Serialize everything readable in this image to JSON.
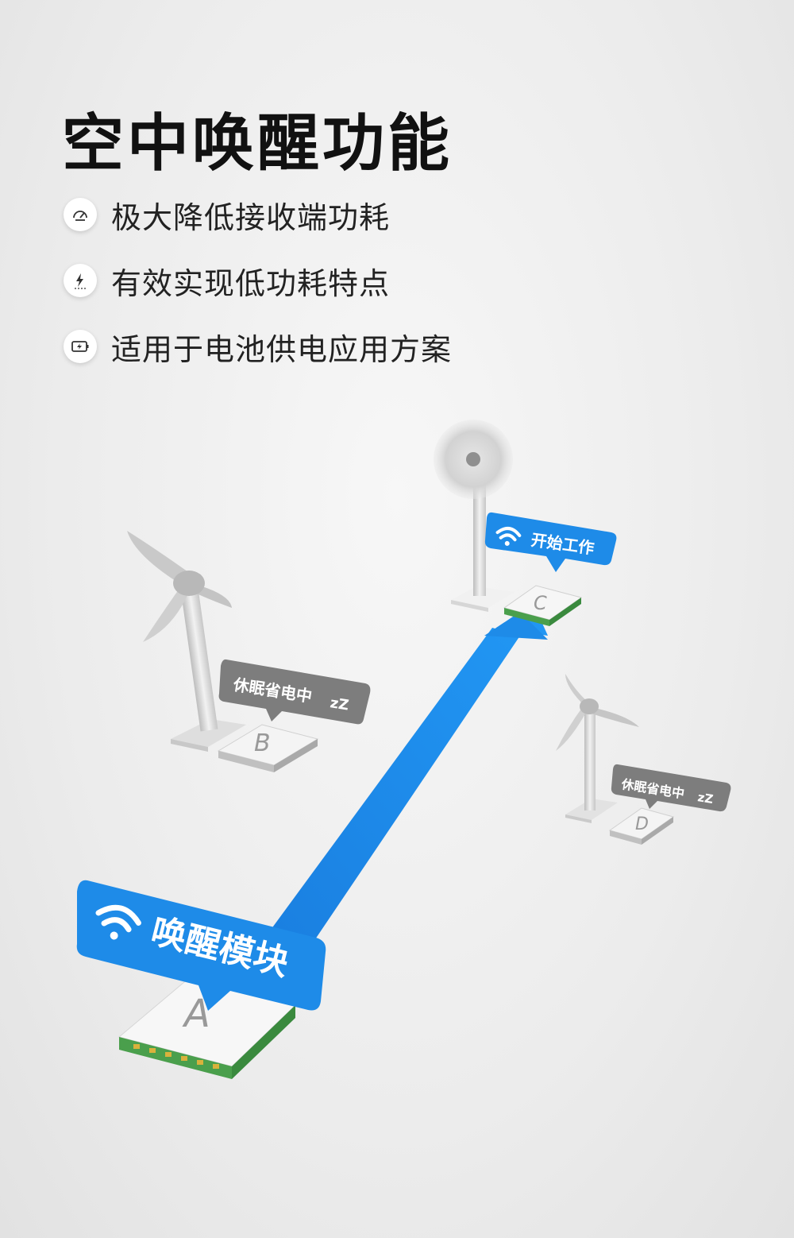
{
  "title": "空中唤醒功能",
  "features": [
    {
      "icon": "gauge-icon",
      "text": "极大降低接收端功耗"
    },
    {
      "icon": "lightning-icon",
      "text": "有效实现低功耗特点"
    },
    {
      "icon": "battery-charging-icon",
      "text": "适用于电池供电应用方案"
    }
  ],
  "scene": {
    "module_a": {
      "letter": "A",
      "tag": "唤醒模块"
    },
    "module_b": {
      "letter": "B",
      "tag": "休眠省电中",
      "zz": "zZ"
    },
    "module_c": {
      "letter": "C",
      "tag": "开始工作"
    },
    "module_d": {
      "letter": "D",
      "tag": "休眠省电中",
      "zz": "zZ"
    }
  },
  "colors": {
    "accent_blue": "#1e8be8",
    "tag_gray": "#7d7d7d",
    "pcb_green": "#3a9a3e"
  }
}
